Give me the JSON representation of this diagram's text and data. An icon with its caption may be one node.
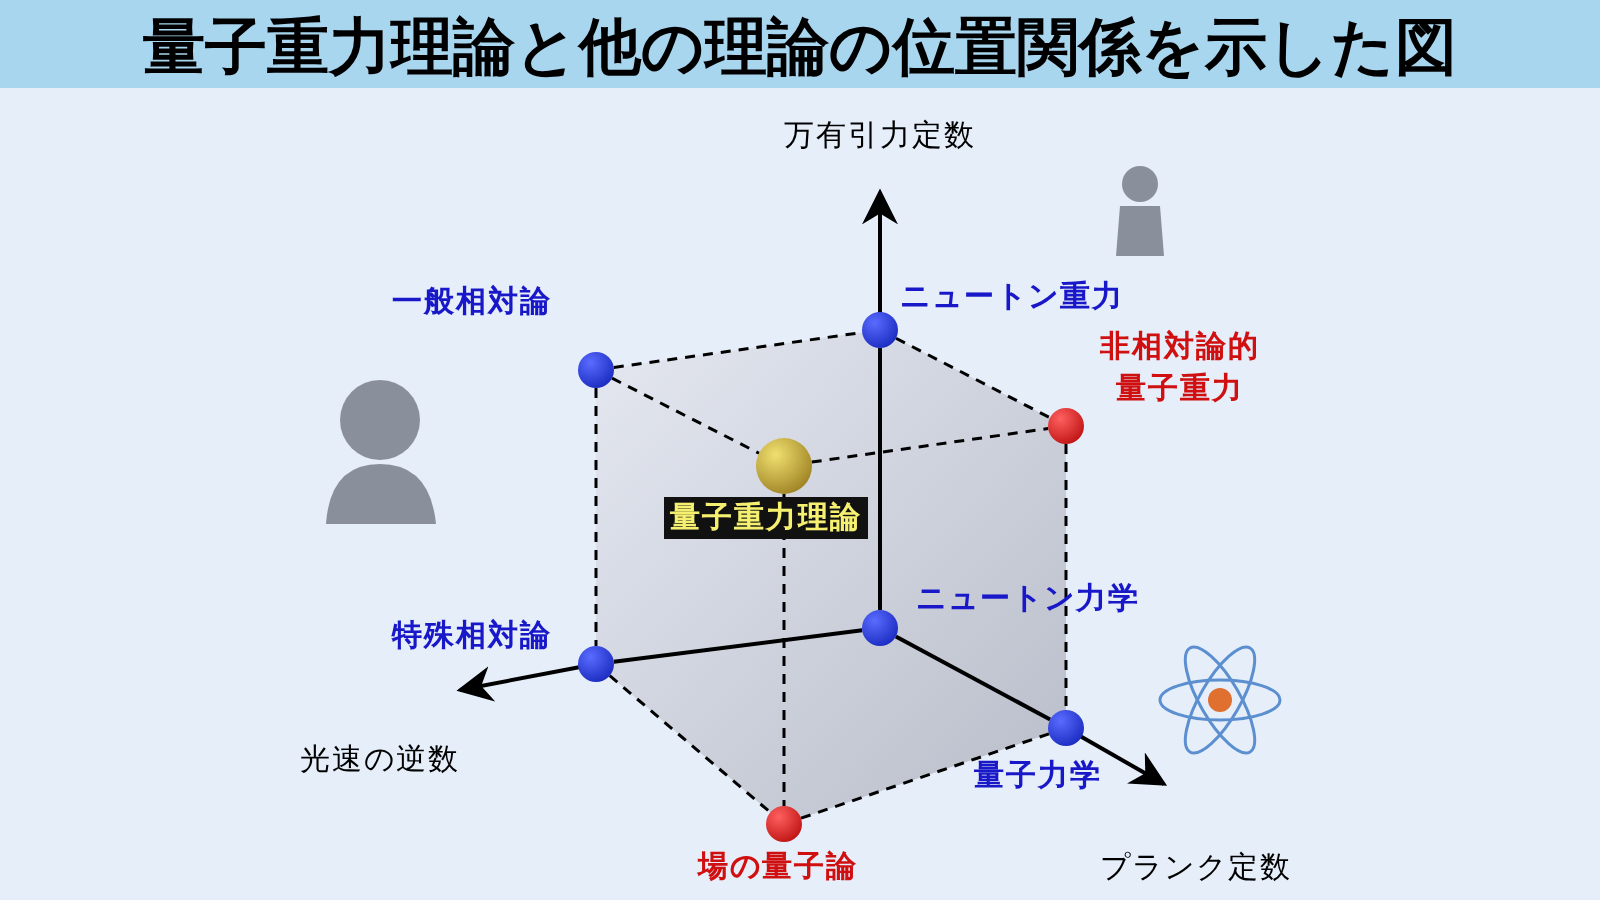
{
  "diagram": {
    "title": "量子重力理論と他の理論の位置関係を示した図",
    "nodes": [
      {
        "text": [],
        "shape": "circle",
        "beside": [
          "ニュートン重力"
        ]
      },
      {
        "text": [],
        "shape": "circle",
        "beside": [
          "一般相対論"
        ]
      },
      {
        "text": [],
        "shape": "circle",
        "beside": [
          "非相対論的量子重力"
        ]
      },
      {
        "text": [],
        "shape": "circle",
        "beside": [
          "量子重力理論"
        ]
      },
      {
        "text": [],
        "shape": "circle",
        "beside": [
          "ニュートン力学"
        ]
      },
      {
        "text": [],
        "shape": "circle",
        "beside": [
          "特殊相対論"
        ]
      },
      {
        "text": [],
        "shape": "circle",
        "beside": [
          "量子力学"
        ]
      },
      {
        "text": [],
        "shape": "circle",
        "beside": [
          "場の量子論"
        ]
      }
    ],
    "edges": [
      {
        "from": 4,
        "to": 0,
        "arrow": "none"
      },
      {
        "from": 4,
        "to": 5,
        "arrow": "none"
      },
      {
        "from": 4,
        "to": 6,
        "arrow": "none"
      },
      {
        "from": 1,
        "to": 0,
        "arrow": "none",
        "style": "dashed"
      },
      {
        "from": 1,
        "to": 5,
        "arrow": "none",
        "style": "dashed"
      },
      {
        "from": 1,
        "to": 3,
        "arrow": "none",
        "style": "dashed"
      },
      {
        "from": 0,
        "to": 2,
        "arrow": "none",
        "style": "dashed"
      },
      {
        "from": 3,
        "to": 2,
        "arrow": "none",
        "style": "dashed"
      },
      {
        "from": 2,
        "to": 6,
        "arrow": "none",
        "style": "dashed"
      },
      {
        "from": 3,
        "to": 7,
        "arrow": "none",
        "style": "dashed"
      },
      {
        "from": 5,
        "to": 7,
        "arrow": "none",
        "style": "dashed"
      },
      {
        "from": 7,
        "to": 6,
        "arrow": "none",
        "style": "dashed"
      }
    ],
    "labels": [
      "万有引力定数",
      "光速の逆数",
      "プランク定数"
    ]
  }
}
